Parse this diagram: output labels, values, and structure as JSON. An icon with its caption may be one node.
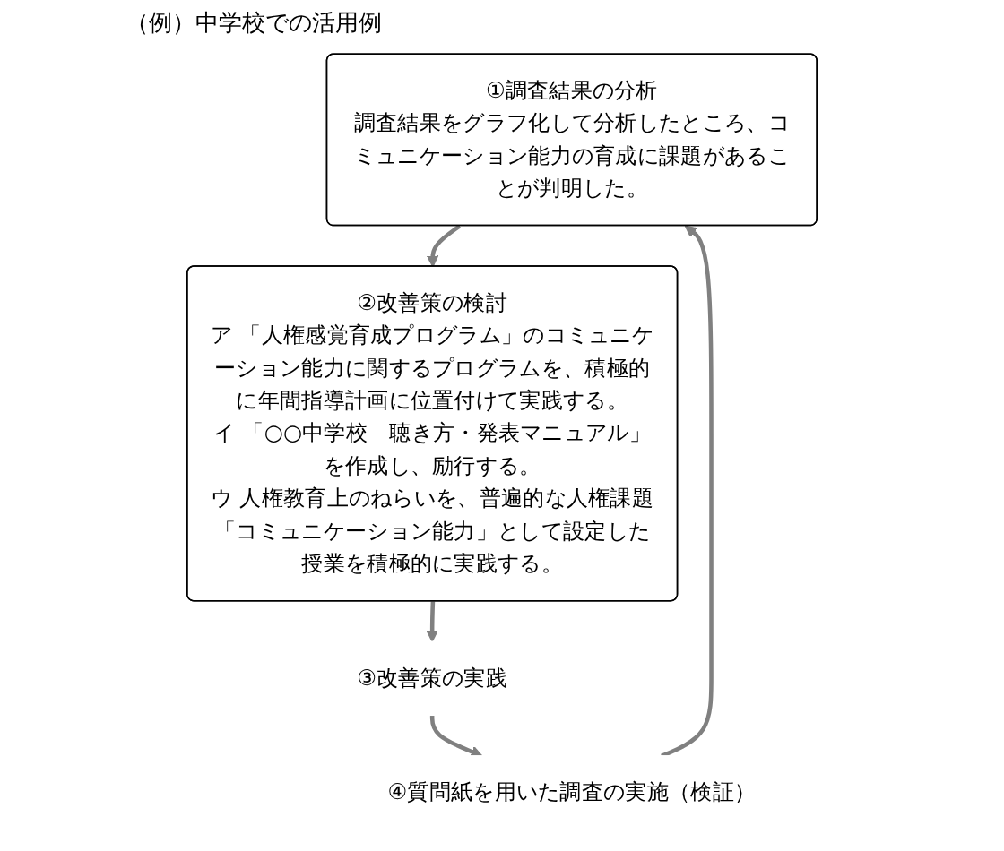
{
  "diagram": {
    "title": "（例）中学校での活用例",
    "nodes": [
      {
        "text": [
          "①調査結果の分析",
          "調査結果をグラフ化して分析したところ、コミュニケーション能力の育成に課題があることが判明した。"
        ]
      },
      {
        "text": [
          "②改善策の検討",
          "ア 「人権感覚育成プログラム」のコミュニケーション能力に関するプログラムを、積極的に年間指導計画に位置付けて実践する。",
          "イ 「○○中学校　聴き方・発表マニュアル」を作成し、励行する。",
          "ウ 人権教育上のねらいを、普遍的な人権課題「コミュニケーション能力」として設定した授業を積極的に実践する。"
        ]
      },
      {
        "text": [
          "③改善策の実践"
        ]
      },
      {
        "text": [
          "④質問紙を用いた調査の実施（検証）"
        ]
      }
    ],
    "edges": [
      {
        "from": 0,
        "to": 1,
        "arrow": "to"
      },
      {
        "from": 1,
        "to": 2,
        "arrow": "to"
      },
      {
        "from": 2,
        "to": 3,
        "arrow": "to"
      },
      {
        "from": 3,
        "to": 0,
        "arrow": "to"
      }
    ]
  }
}
